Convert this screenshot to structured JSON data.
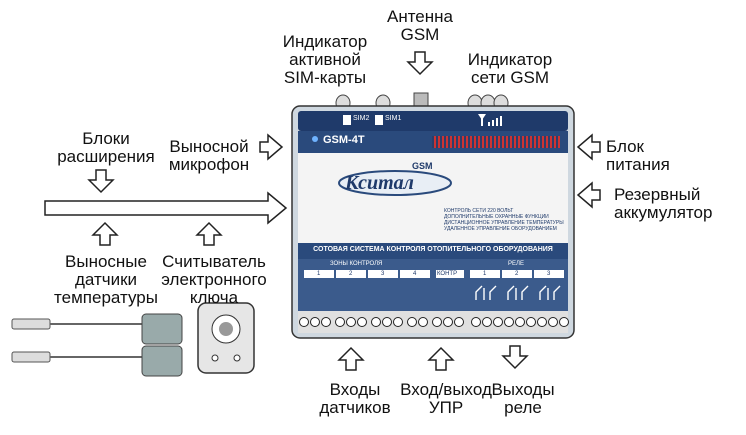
{
  "labels": {
    "antenna": "Антенна\nGSM",
    "sim_indicator": "Индикатор\nактивной\nSIM-карты",
    "gsm_indicator": "Индикатор\nсети GSM",
    "expansion": "Блоки\nрасширения",
    "microphone": "Выносной\nмикрофон",
    "power": "Блок\nпитания",
    "battery": "Резервный\nаккумулятор",
    "temp_sensors": "Выносные\nдатчики\nтемпературы",
    "key_reader": "Считыватель\nэлектронного\nключа",
    "sensor_inputs": "Входы\nдатчиков",
    "upr_io": "Вход/выход\nУПР",
    "relay_outputs": "Выходы\nреле"
  },
  "device": {
    "sim1": "SIM1",
    "sim2": "SIM2",
    "model": "GSM-4T",
    "brand": "Кситал",
    "brand_badge": "GSM",
    "features": [
      "КОНТРОЛЬ СЕТИ 220 ВОЛЬТ",
      "ДОПОЛНИТЕЛЬНЫЕ ОХРАННЫЕ ФУНКЦИИ",
      "ДИСТАНЦИОННОЕ УПРАВЛЕНИЕ ТЕМПЕРАТУРЫ",
      "УДАЛЕННОЕ УПРАВЛЕНИЕ ОБОРУДОВАНИЕМ"
    ],
    "banner": "СОТОВАЯ СИСТЕМА КОНТРОЛЯ ОТОПИТЕЛЬНОГО ОБОРУДОВАНИЯ",
    "zones_title": "ЗОНЫ КОНТРОЛЯ",
    "zones": [
      "1",
      "2",
      "3",
      "4"
    ],
    "kontr_title": "КОНТР",
    "relay_title": "РЕЛЕ",
    "relays": [
      "1",
      "2",
      "3"
    ]
  }
}
